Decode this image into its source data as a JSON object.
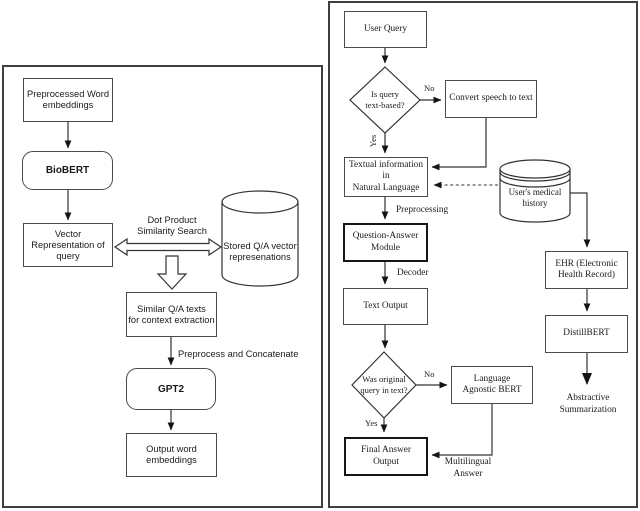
{
  "figure": {
    "left": {
      "preprocessed_embeddings": "Preprocessed Word\nembeddings",
      "biobert": "BioBERT",
      "vector_representation": "Vector\nRepresentation of\nquery",
      "dot_product_label": "Dot Product\nSimilarity Search",
      "stored_vectors": "Stored Q/A vector\nrepresenations",
      "similar_texts": "Similar Q/A texts\nfor context extraction",
      "preprocess_concat_label": "Preprocess and Concatenate",
      "gpt2": "GPT2",
      "output_embeddings": "Output word\nembeddings"
    },
    "right": {
      "user_query": "User Query",
      "is_query_text": "Is query\ntext-based?",
      "no1": "No",
      "yes1": "Yes",
      "convert_speech": "Convert speech to text",
      "textual_info": "Textual information in\nNatural Language",
      "medical_history": "User's medical\nhistory",
      "preprocessing_label": "Preprocessing",
      "qa_module": "Question-Answer\nModule",
      "decoder_label": "Decoder",
      "text_output": "Text Output",
      "ehr": "EHR (Electronic\nHealth Record)",
      "distillbert": "DistillBERT",
      "abstractive": "Abstractive\nSummarization",
      "was_original": "Was original\nquery in text?",
      "no2": "No",
      "yes2": "Yes",
      "lang_agnostic_bert": "Language\nAgnostic BERT",
      "final_answer": "Final Answer\nOutput",
      "multilingual_label": "Multilingual\nAnswer"
    },
    "colors": {
      "stroke": "#333333",
      "panel_border": "#3f3f3f",
      "text": "#1a1a1a"
    }
  }
}
